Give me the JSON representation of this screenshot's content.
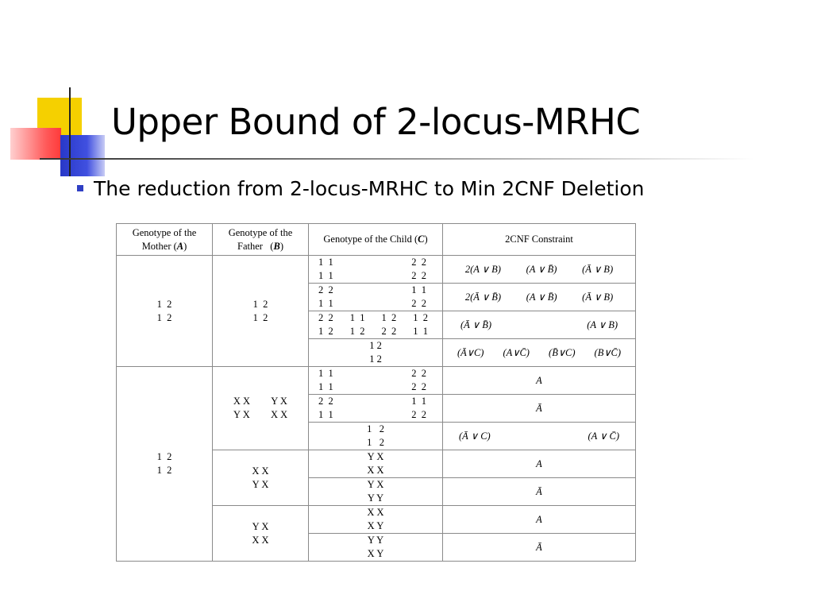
{
  "slide": {
    "title": "Upper Bound of 2-locus-MRHC",
    "bullet": "The reduction from 2-locus-MRHC to  Min 2CNF Deletion",
    "accent_colors": {
      "yellow": "#f5d000",
      "red": "#ff5050",
      "blue": "#3040d0",
      "bullet": "#2f3fc4"
    }
  },
  "table": {
    "headers": {
      "mother": "Genotype of the Mother (A)",
      "father": "Genotype of the Father   (B)",
      "child": "Genotype of the Child (C)",
      "constraint": "2CNF Constraint"
    },
    "group1": {
      "mother": [
        "1  2",
        "1  2"
      ],
      "father": [
        "1  2",
        "1  2"
      ],
      "rows": [
        {
          "child_left": [
            "1  1",
            "1  1"
          ],
          "child_right": [
            "2  2",
            "2  2"
          ],
          "constraint": [
            "2(A ∨ B)",
            "(A ∨ B̄)",
            "(Ā ∨ B)"
          ]
        },
        {
          "child_left": [
            "2  2",
            "1  1"
          ],
          "child_right": [
            "1  1",
            "2  2"
          ],
          "constraint": [
            "2(Ā ∨ B̄)",
            "(A ∨ B̄)",
            "(Ā ∨ B)"
          ]
        },
        {
          "child_a": [
            "2  2",
            "1  2"
          ],
          "child_b": [
            "1  1",
            "1  2"
          ],
          "child_c": [
            "1  2",
            "2  2"
          ],
          "child_d": [
            "1  2",
            "1  1"
          ],
          "constraint": [
            "(Ā ∨ B̄)",
            "(A ∨ B)"
          ]
        },
        {
          "child_center": [
            "1 2",
            "1 2"
          ],
          "constraint": [
            "(Ā∨C)",
            "(A∨C̄)",
            "(B̄∨C)",
            "(B∨C̄)"
          ]
        }
      ]
    },
    "group2": {
      "mother": [
        "1  2",
        "1  2"
      ],
      "sub1": {
        "father_left": [
          "X X",
          "Y X"
        ],
        "father_right": [
          "Y X",
          "X X"
        ],
        "rows": [
          {
            "child_left": [
              "1  1",
              "1  1"
            ],
            "child_right": [
              "2  2",
              "2  2"
            ],
            "constraint": "A"
          },
          {
            "child_left": [
              "2  2",
              "1  1"
            ],
            "child_right": [
              "1  1",
              "2  2"
            ],
            "constraint": "Ā"
          },
          {
            "child_center": [
              "1   2",
              "1   2"
            ],
            "constraint": [
              "(Ā ∨ C)",
              "(A ∨ C̄)"
            ]
          }
        ]
      },
      "sub2": {
        "father": [
          "X X",
          "Y X"
        ],
        "rows": [
          {
            "child_center": [
              "Y X",
              "X X"
            ],
            "constraint": "A"
          },
          {
            "child_center": [
              "Y X",
              "Y Y"
            ],
            "constraint": "Ā"
          }
        ]
      },
      "sub3": {
        "father": [
          "Y X",
          "X X"
        ],
        "rows": [
          {
            "child_center": [
              "X X",
              "X Y"
            ],
            "constraint": "A"
          },
          {
            "child_center": [
              "Y Y",
              "X Y"
            ],
            "constraint": "Ā"
          }
        ]
      }
    }
  }
}
